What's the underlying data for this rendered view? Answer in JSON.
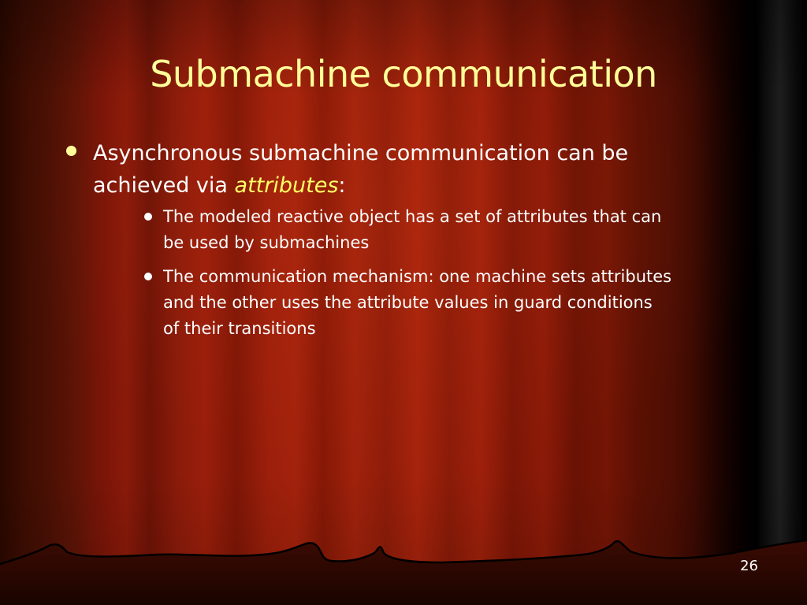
{
  "slide": {
    "title": "Submachine communication",
    "bullet": {
      "text_before": "Asynchronous submachine communication can be achieved via ",
      "emphasis": "attributes",
      "text_after": ":"
    },
    "sub_bullets": [
      "The modeled reactive object has a set of attributes that can be used by submachines",
      "The communication mechanism: one machine sets attributes and the other uses the attribute values in guard conditions of their transitions"
    ],
    "page_number": "26"
  },
  "colors": {
    "title": "#ffff99",
    "emphasis": "#ffff66",
    "body_text": "#ffffff",
    "curtain_red": "#9a1e0b"
  }
}
